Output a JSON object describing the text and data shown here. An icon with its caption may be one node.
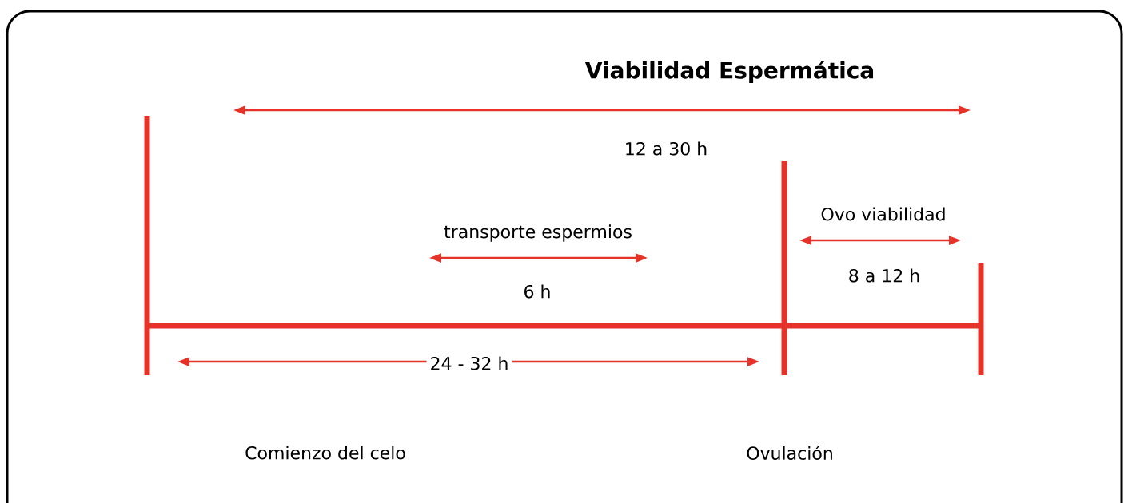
{
  "diagram": {
    "title": "Viabilidad Espermática",
    "labels": [
      "12 a 30 h",
      "Ovo viabilidad",
      "transporte espermios",
      "8 a 12 h",
      "6 h",
      "24 - 32 h",
      "Comienzo del celo",
      "Ovulación"
    ]
  }
}
